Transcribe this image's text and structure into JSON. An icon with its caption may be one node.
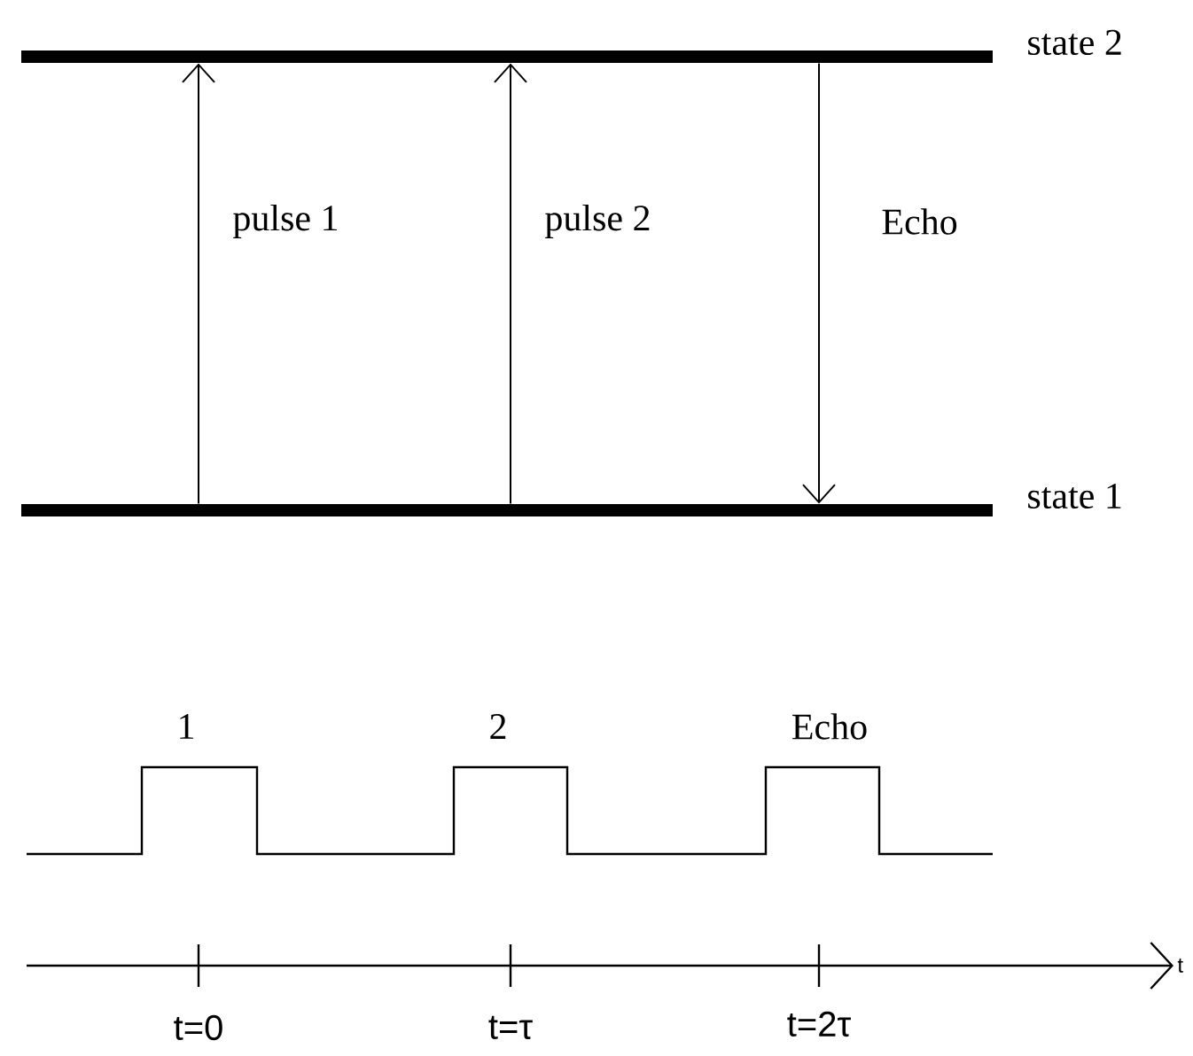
{
  "diagram": {
    "nodes": [
      {
        "text": [],
        "shape": "bar",
        "beside": [
          "state 2"
        ]
      },
      {
        "text": [],
        "shape": "bar",
        "beside": [
          "state 1"
        ]
      }
    ],
    "edges": [
      {
        "from": 1,
        "to": 0,
        "arrow": "to",
        "label": "pulse 1"
      },
      {
        "from": 1,
        "to": 0,
        "arrow": "to",
        "label": "pulse 2"
      },
      {
        "from": 0,
        "to": 1,
        "arrow": "to",
        "label": "Echo"
      }
    ],
    "labels": [
      "1",
      "2",
      "Echo",
      "t=0",
      "t=τ",
      "t=2τ",
      "t"
    ]
  }
}
